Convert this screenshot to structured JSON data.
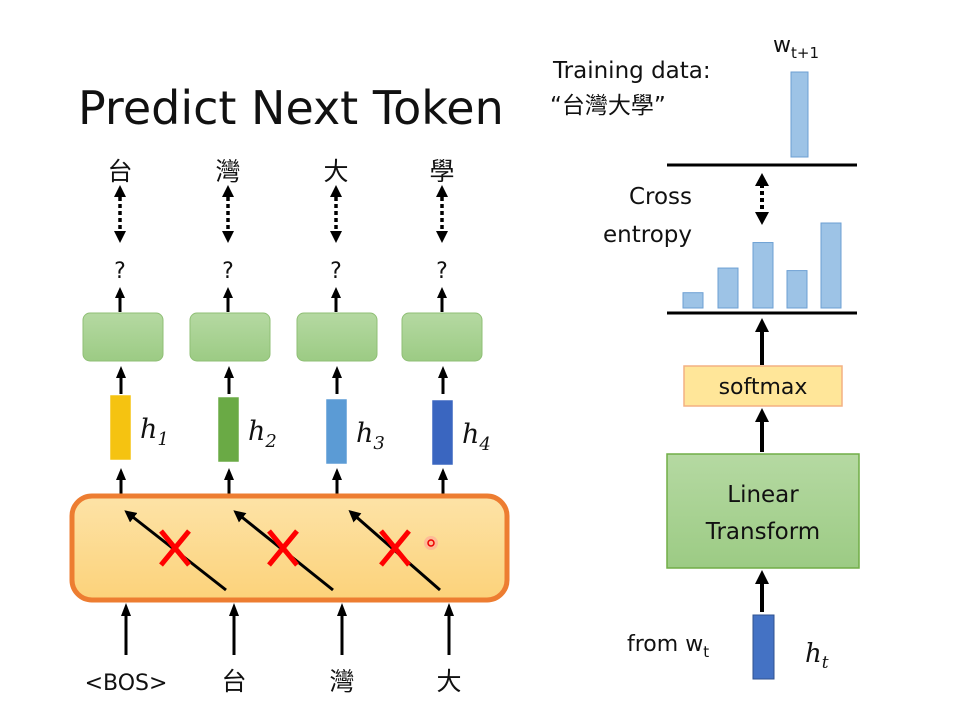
{
  "title": "Predict Next Token",
  "outputs": [
    "台",
    "灣",
    "大",
    "學"
  ],
  "question_mark": "?",
  "hidden": [
    {
      "sym": "h",
      "sub": "1",
      "color": "#f5c311"
    },
    {
      "sym": "h",
      "sub": "2",
      "color": "#6aaa45"
    },
    {
      "sym": "h",
      "sub": "3",
      "color": "#5b9bd5"
    },
    {
      "sym": "h",
      "sub": "4",
      "color": "#3a66c0"
    }
  ],
  "inputs": [
    "<BOS>",
    "台",
    "灣",
    "大"
  ],
  "right": {
    "training_label": "Training data:",
    "training_text": "“台灣大學”",
    "target_sym": "w",
    "target_sub": "t+1",
    "cross_1": "Cross",
    "cross_2": "entropy",
    "softmax": "softmax",
    "linear_1": "Linear",
    "linear_2": "Transform",
    "from_label": "from w",
    "from_sub": "t",
    "ht_sym": "h",
    "ht_sub": "t",
    "target_dist": [
      0,
      0,
      0,
      1,
      0
    ],
    "pred_dist": [
      0.18,
      0.47,
      0.77,
      0.44,
      1.0
    ]
  },
  "colors": {
    "block_fill": "#fdd98a",
    "block_stroke": "#ed7d31",
    "cross": "#ff0000",
    "green_fill": "#a9d18e",
    "green_stroke": "#70ad47",
    "softmax_fill": "#ffe699",
    "bar": "#9dc3e6",
    "ht": "#4472c4"
  }
}
